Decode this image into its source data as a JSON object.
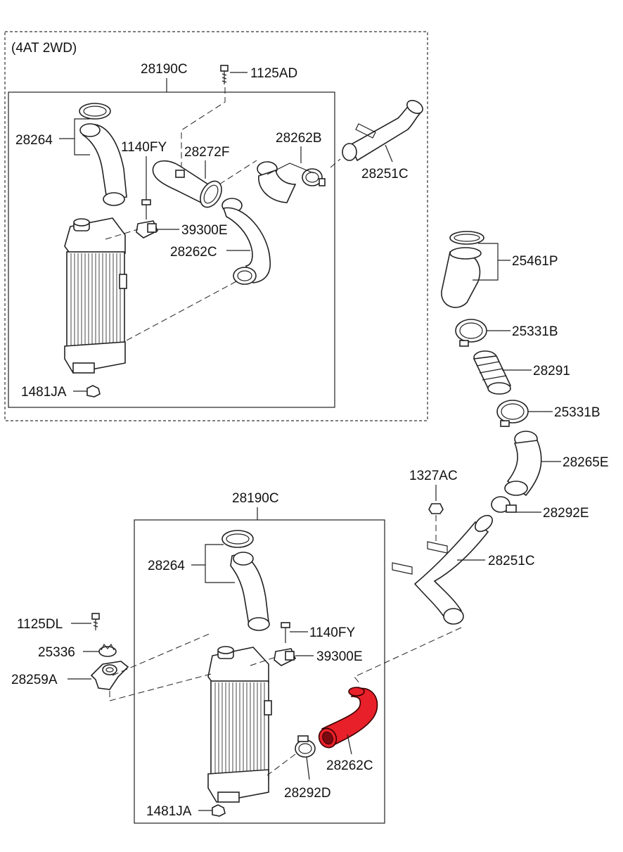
{
  "variant_label": "(4AT 2WD)",
  "top_group": {
    "assembly": "28190C",
    "bolt_top": "1125AD",
    "hose_inlet": "28264",
    "bolt_sensor": "1140FY",
    "pipe": "28272F",
    "hose_b": "28262B",
    "pipe_outlet": "28251C",
    "sensor": "39300E",
    "hose_c": "28262C",
    "nut": "1481JA"
  },
  "side_chain": {
    "hose_top": "25461P",
    "clamp_1": "25331B",
    "bellows": "28291",
    "clamp_2": "25331B",
    "hose_elbow": "28265E",
    "nut_bracket": "1327AC",
    "clamp_e": "28292E",
    "pipe": "28251C"
  },
  "bottom_group": {
    "assembly": "28190C",
    "hose_inlet": "28264",
    "bolt_sensor": "1140FY",
    "sensor": "39300E",
    "bolt_bracket": "1125DL",
    "grommet": "25336",
    "bracket": "28259A",
    "hose_highlighted": "28262C",
    "clamp_d": "28292D",
    "nut": "1481JA"
  },
  "colors": {
    "highlight": "#e8202a",
    "line": "#222222"
  }
}
